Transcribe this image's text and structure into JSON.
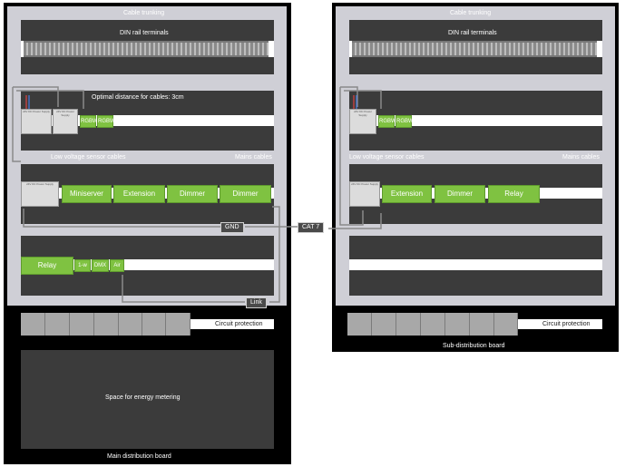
{
  "main_board": {
    "cable_trunking": "Cable trunking",
    "din_rail_terminals": "DIN rail terminals",
    "optimal_distance": "Optimal distance for cables: 3cm",
    "low_voltage": "Low voltage sensor cables",
    "mains": "Mains cables",
    "modules_row3": [
      "Miniserver",
      "Extension",
      "Dimmer",
      "Dimmer"
    ],
    "modules_row2": [
      "RGBW",
      "RGBW"
    ],
    "modules_row4": [
      "Relay",
      "1-w",
      "DMX",
      "Air"
    ],
    "gnd": "GND",
    "link": "Link",
    "circuit_protection": "Circuit protection",
    "energy": "Space for energy metering",
    "caption": "Main distribution board",
    "psu_label": "24V DC Power Supply"
  },
  "sub_board": {
    "cable_trunking": "Cable trunking",
    "din_rail_terminals": "DIN rail terminals",
    "low_voltage": "Low voltage sensor cables",
    "mains": "Mains cables",
    "modules_row2": [
      "RGBW",
      "RGBW"
    ],
    "modules_row3": [
      "Extension",
      "Dimmer",
      "Relay"
    ],
    "circuit_protection": "Circuit protection",
    "caption": "Sub-distribution board",
    "psu_label": "24V DC Power Supply"
  },
  "link_label": "CAT 7",
  "colors": {
    "green": "#7fc241",
    "trunk": "#cfcfd6",
    "tray": "#3b3b3b"
  }
}
